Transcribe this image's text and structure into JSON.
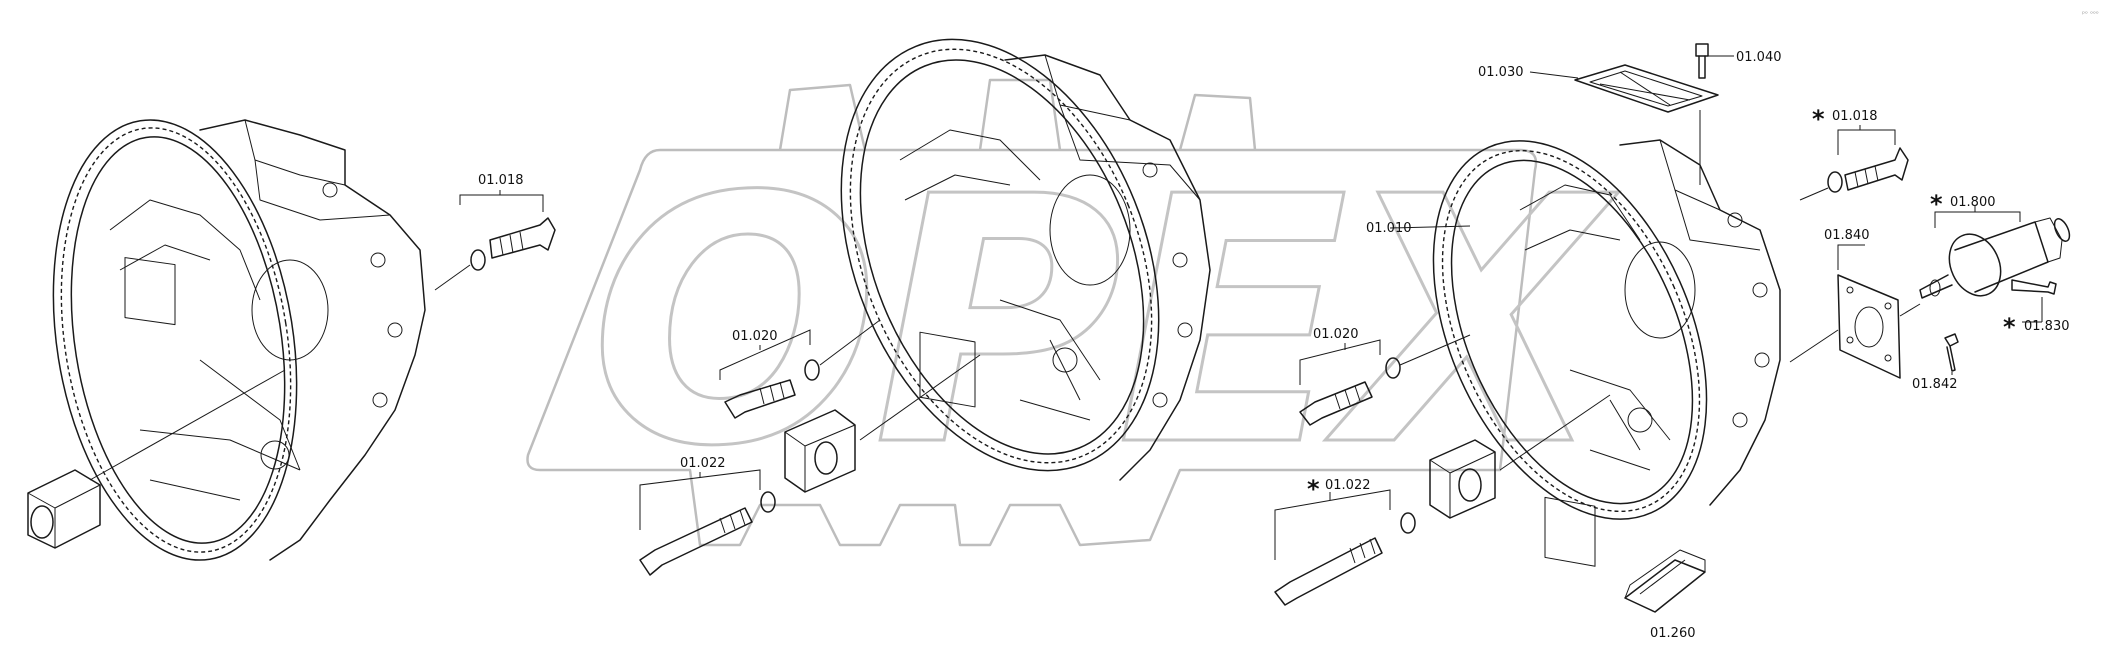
{
  "watermark": "OPEX",
  "corner_mark": "ᵖᵒ ᵒᵒᵒ",
  "labels": {
    "p01_018_a": "01.018",
    "p01_020_a": "01.020",
    "p01_022_a": "01.022",
    "p01_030": "01.030",
    "p01_040": "01.040",
    "p01_010": "01.010",
    "p01_020_b": "01.020",
    "p01_022_b": "01.022",
    "p01_018_b": "01.018",
    "p01_800": "01.800",
    "p01_840": "01.840",
    "p01_830": "01.830",
    "p01_842": "01.842",
    "p01_260": "01.260"
  },
  "asterisk": "*"
}
